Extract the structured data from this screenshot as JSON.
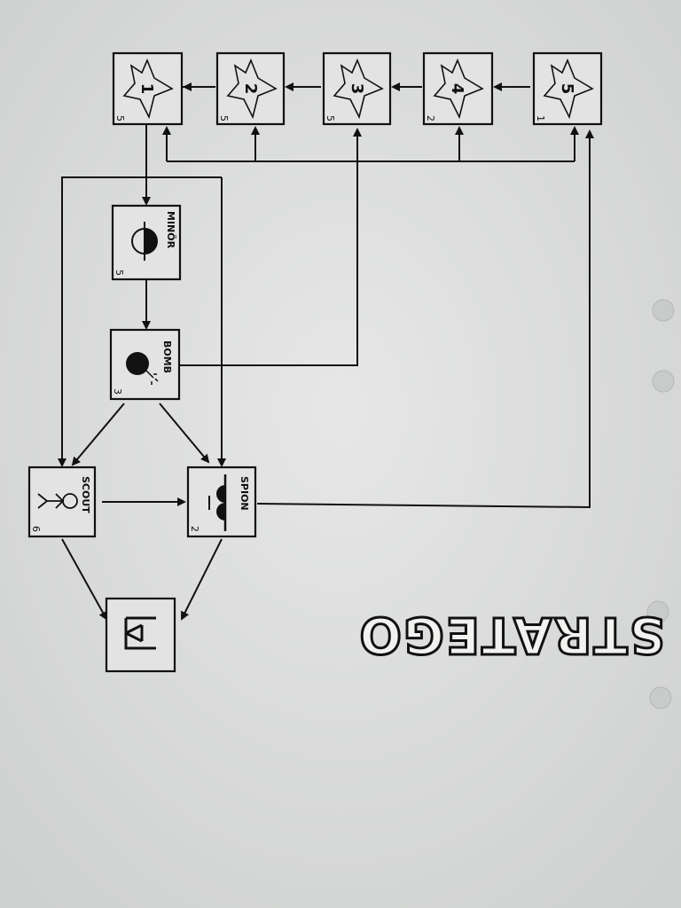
{
  "title": "STRATEGO",
  "ranks": [
    {
      "rank": "1",
      "count": "5"
    },
    {
      "rank": "2",
      "count": "5"
    },
    {
      "rank": "3",
      "count": "5"
    },
    {
      "rank": "4",
      "count": "2"
    },
    {
      "rank": "5",
      "count": "1"
    }
  ],
  "pieces": {
    "miner": {
      "label": "MINÖR",
      "count": "5"
    },
    "bomb": {
      "label": "BOMB",
      "count": "3"
    },
    "scout": {
      "label": "SCOUT",
      "count": "6"
    },
    "spy": {
      "label": "SPION",
      "count": "2"
    }
  }
}
